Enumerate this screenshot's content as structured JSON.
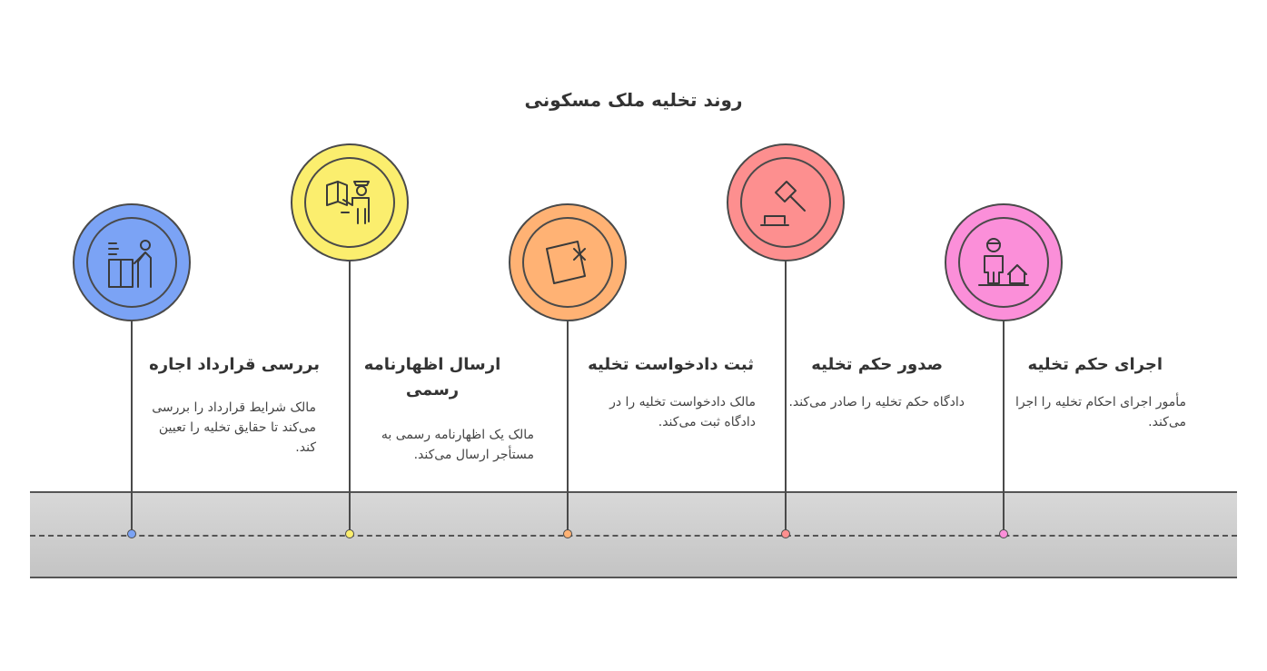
{
  "title": "روند تخلیه ملک مسکونی",
  "steps": [
    {
      "title": "بررسی قرارداد اجاره",
      "description": "مالک شرایط قرارداد را بررسی می‌کند تا حقایق تخلیه را تعیین کند.",
      "color": "#7ba3f5",
      "icon": "contract-review-icon"
    },
    {
      "title": "ارسال اظهارنامه رسمی",
      "description": "مالک یک اظهارنامه رسمی به مستأجر ارسال می‌کند.",
      "color": "#fbee6e",
      "icon": "delivery-person-icon"
    },
    {
      "title": "ثبت دادخواست تخلیه",
      "description": "مالک دادخواست تخلیه را در دادگاه ثبت می‌کند.",
      "color": "#ffb274",
      "icon": "petition-cancel-icon"
    },
    {
      "title": "صدور حکم تخلیه",
      "description": "دادگاه حکم تخلیه را صادر می‌کند.",
      "color": "#fd8f8f",
      "icon": "gavel-icon"
    },
    {
      "title": "اجرای حکم تخلیه",
      "description": "مأمور اجرای احکام تخلیه را اجرا می‌کند.",
      "color": "#fb8fd9",
      "icon": "officer-house-icon"
    }
  ]
}
